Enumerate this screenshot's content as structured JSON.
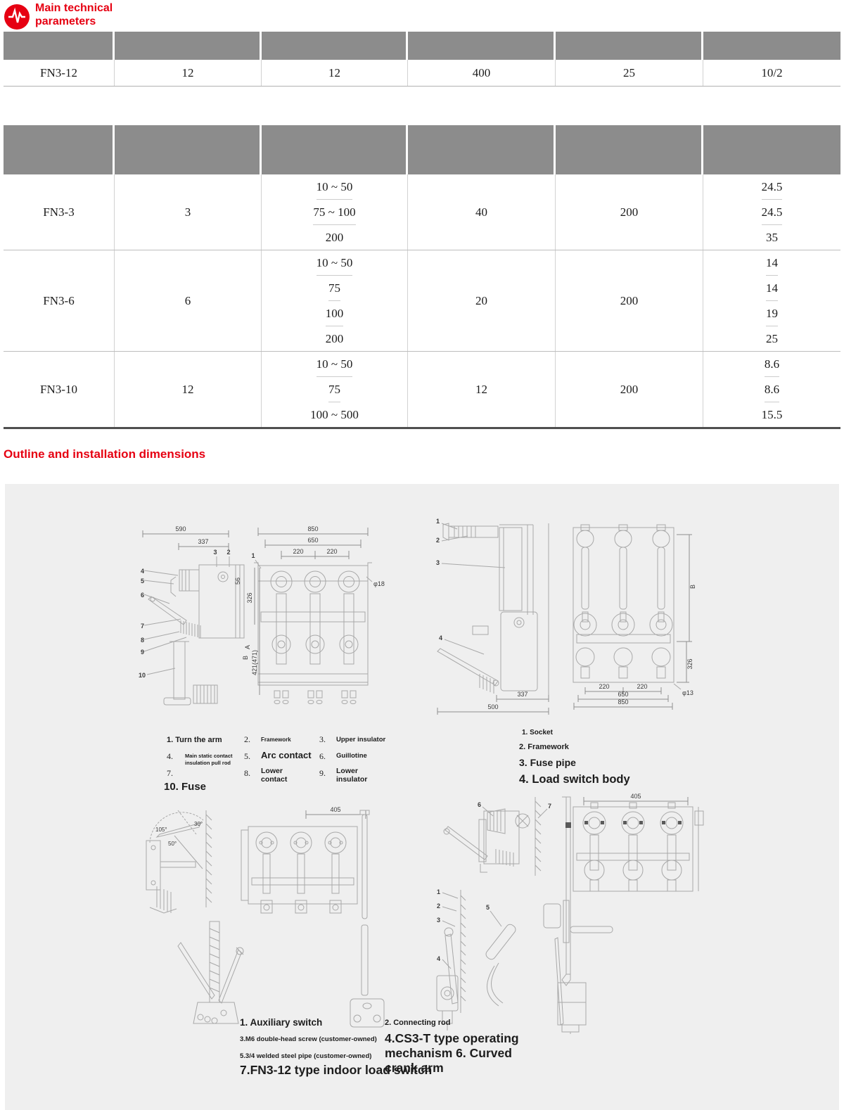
{
  "colors": {
    "accent_red": "#e60012",
    "table_header_gray": "#8c8c8c",
    "panel_gray": "#efefef",
    "line_gray": "#a8a8a8"
  },
  "header": {
    "title": "Main technical\nparameters"
  },
  "section": {
    "title": "Outline and installation dimensions"
  },
  "table1": {
    "row": [
      "FN3-12",
      "12",
      "12",
      "400",
      "25",
      "10/2"
    ]
  },
  "table2": {
    "groups": [
      {
        "model": "FN3-3",
        "voltage": "3",
        "currents": [
          "10 ~ 50",
          "75 ~ 100",
          "200"
        ],
        "breaking": "40",
        "closing": "200",
        "values": [
          "24.5",
          "24.5",
          "35"
        ]
      },
      {
        "model": "FN3-6",
        "voltage": "6",
        "currents": [
          "10 ~ 50",
          "75",
          "100",
          "200"
        ],
        "breaking": "20",
        "closing": "200",
        "values": [
          "14",
          "14",
          "19",
          "25"
        ]
      },
      {
        "model": "FN3-10",
        "voltage": "12",
        "currents": [
          "10 ~ 50",
          "75",
          "100 ~ 500"
        ],
        "breaking": "12",
        "closing": "200",
        "values": [
          "8.6",
          "8.6",
          "15.5"
        ]
      }
    ]
  },
  "diagram1": {
    "dim590": "590",
    "dim337": "337",
    "n1": "1",
    "n2": "2",
    "n3": "3",
    "n4": "4",
    "n5": "5",
    "n6": "6",
    "n7": "7",
    "n8": "8",
    "n9": "9",
    "n10": "10",
    "dim56": "56",
    "dim326": "326",
    "dimB": "B",
    "dim421": "421(471)",
    "dimA": "A",
    "dim850": "850",
    "dim650": "650",
    "dim220": "220",
    "phi": "φ18"
  },
  "diagram2": {
    "n1": "1",
    "n2": "2",
    "n3": "3",
    "n4": "4",
    "dim337": "337",
    "dim500": "500",
    "dimB": "B",
    "dim326": "326",
    "dim220": "220",
    "dim650": "650",
    "dim850": "850",
    "phi": "φ13"
  },
  "diagram3": {
    "a105": "105°",
    "a30": "30°",
    "a50": "50°",
    "dim405": "405"
  },
  "diagram4": {
    "n1": "1",
    "n2": "2",
    "n3": "3",
    "n4": "4",
    "n5": "5",
    "n6": "6",
    "n7": "7",
    "dim405": "405"
  },
  "parts_left": {
    "i1": "1. Turn the arm",
    "n2": "2.",
    "t2": "Framework",
    "n3": "3.",
    "t3": "Upper insulator",
    "n4": "4.",
    "t47": "Main static contact\ninsulation pull rod",
    "n5": "5.",
    "t5": "Arc contact",
    "n6": "6.",
    "t6": "Guillotine",
    "n7": "7.",
    "n8": "8.",
    "t8": "Lower\ncontact",
    "n9": "9.",
    "t9": "Lower\ninsulator",
    "i10": "10. Fuse"
  },
  "parts_right": {
    "i1": "1. Socket",
    "i2": "2. Framework",
    "i3": "3. Fuse pipe",
    "i4": "4. Load switch body"
  },
  "captions": {
    "l1": "1. Auxiliary switch",
    "l3": "3.M6 double-head screw (customer-owned)",
    "l5": "5.3/4 welded steel pipe (customer-owned)",
    "l7": "7.FN3-12 type indoor load switch",
    "r2": "2. Connecting rod",
    "r46": "4.CS3-T type operating mechanism 6. Curved crank arm"
  }
}
